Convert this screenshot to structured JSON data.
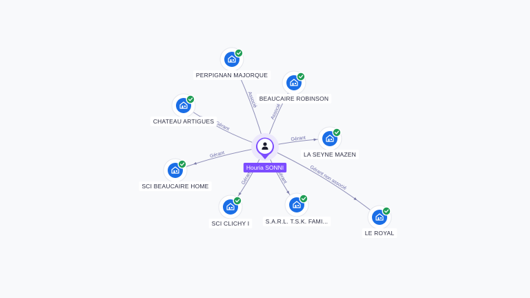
{
  "center": {
    "label": "Houria SONNI",
    "icon": "person-icon",
    "color": "#7c4dff"
  },
  "nodes": [
    {
      "id": "perpignan",
      "label": "PERPIGNAN MAJORQUE",
      "icon": "building-icon",
      "status": "check-icon"
    },
    {
      "id": "beaucaire-robinson",
      "label": "BEAUCAIRE ROBINSON",
      "icon": "building-icon",
      "status": "check-icon"
    },
    {
      "id": "chateau",
      "label": "CHATEAU ARTIGUES",
      "icon": "building-icon",
      "status": "check-icon"
    },
    {
      "id": "seyne",
      "label": "LA SEYNE MAZEN",
      "icon": "building-icon",
      "status": "check-icon"
    },
    {
      "id": "sci-beaucaire-home",
      "label": "SCI BEAUCAIRE HOME",
      "icon": "building-icon",
      "status": "check-icon"
    },
    {
      "id": "sci-clichy",
      "label": "SCI CLICHY I",
      "icon": "building-icon",
      "status": "check-icon"
    },
    {
      "id": "sarl-tsk",
      "label": "S.A.R.L. T.S.K. FAMI...",
      "icon": "building-icon",
      "status": "check-icon"
    },
    {
      "id": "le-royal",
      "label": "LE ROYAL",
      "icon": "building-icon",
      "status": "check-icon"
    }
  ],
  "edges": [
    {
      "to": "perpignan",
      "label": "Associé"
    },
    {
      "to": "beaucaire-robinson",
      "label": "Associé"
    },
    {
      "to": "chateau",
      "label": "Gérant"
    },
    {
      "to": "seyne",
      "label": "Gérant"
    },
    {
      "to": "sci-beaucaire-home",
      "label": "Gérant"
    },
    {
      "to": "sci-clichy",
      "label": "Gérant"
    },
    {
      "to": "sarl-tsk",
      "label": "Gérant"
    },
    {
      "to": "le-royal",
      "label": "Gérant non associé"
    }
  ],
  "colors": {
    "node": "#1a6ee6",
    "check": "#1f9d55",
    "edge": "#8f8fb8",
    "center": "#7c4dff"
  }
}
